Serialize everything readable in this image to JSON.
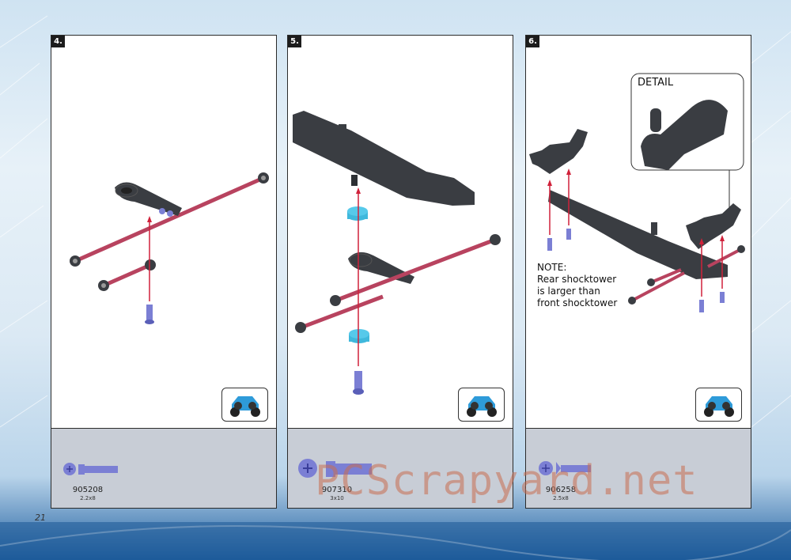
{
  "page": {
    "number": "21"
  },
  "steps": [
    {
      "id": "4",
      "label": "4.",
      "part_code": "905208",
      "part_size": "2.2x8"
    },
    {
      "id": "5",
      "label": "5.",
      "part_code": "907310",
      "part_size": "3x10"
    },
    {
      "id": "6",
      "label": "6.",
      "part_code": "906258",
      "part_size": "2.5x8",
      "detail_label": "DETAIL",
      "note_lines": [
        "NOTE:",
        "Rear shocktower",
        "is larger than",
        "front shocktower"
      ]
    }
  ],
  "watermark": "PCScrapyard.net",
  "colors": {
    "rod": "#b8435f",
    "part_blue": "#7b7fd4",
    "spacer": "#3fb8dc",
    "chassis": "#3a3d42",
    "car": "#2e9bd9"
  }
}
